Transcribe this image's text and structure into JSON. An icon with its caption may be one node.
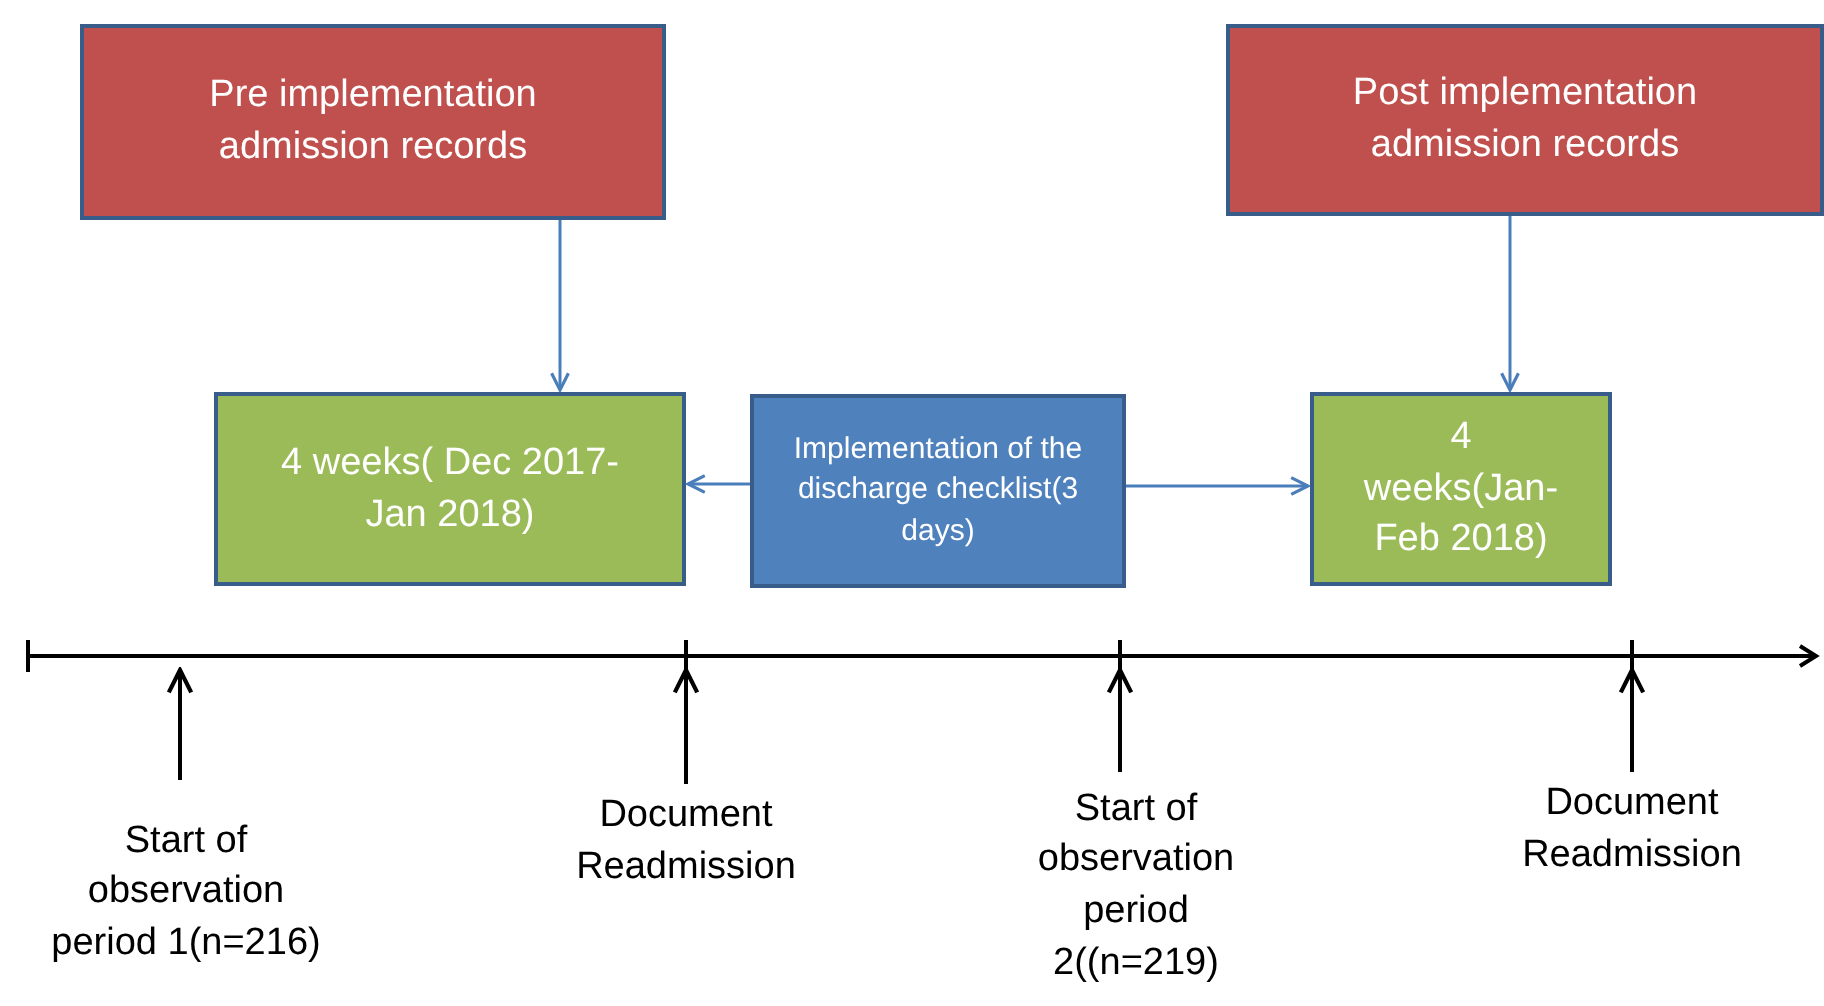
{
  "diagram": {
    "nodes": [
      {
        "text": [
          "Pre  implementation admission records"
        ]
      },
      {
        "text": [
          "Post implementation admission records"
        ]
      },
      {
        "text": [
          "4 weeks( Dec 2017-Jan 2018)"
        ]
      },
      {
        "text": [
          "Implementation of the discharge checklist(3 days)"
        ]
      },
      {
        "text": [
          "4 weeks(Jan-Feb 2018)"
        ]
      },
      {
        "text": [
          "Start of observation period 1(n=216)"
        ]
      },
      {
        "text": [
          "Document Readmission"
        ]
      },
      {
        "text": [
          "Start of observation period 2((n=219)"
        ]
      },
      {
        "text": [
          "Document Readmission"
        ]
      }
    ],
    "edges": [
      {
        "from": 0,
        "to": 2,
        "arrow": "to"
      },
      {
        "from": 1,
        "to": 4,
        "arrow": "to"
      },
      {
        "from": 3,
        "to": 2,
        "arrow": "to"
      },
      {
        "from": 3,
        "to": 4,
        "arrow": "to"
      },
      {
        "from": 5,
        "to": null,
        "arrow": "to",
        "color": "#000000"
      },
      {
        "from": 6,
        "to": null,
        "arrow": "to",
        "color": "#000000"
      },
      {
        "from": 7,
        "to": null,
        "arrow": "to",
        "color": "#000000"
      },
      {
        "from": 8,
        "to": null,
        "arrow": "to",
        "color": "#000000"
      }
    ]
  }
}
